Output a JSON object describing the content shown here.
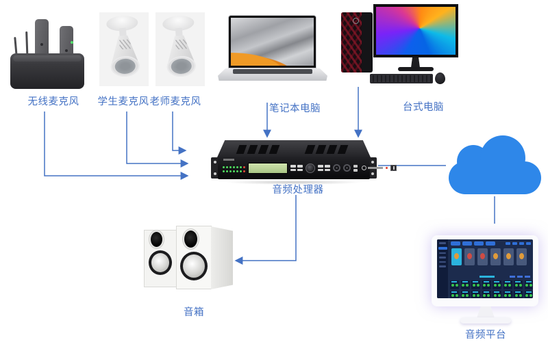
{
  "diagram": {
    "nodes": {
      "wireless_mic": {
        "label": "无线麦克风",
        "icon": "wireless-mic-dock-icon"
      },
      "student_mic": {
        "label": "学生麦克风",
        "icon": "ceiling-mic-icon"
      },
      "teacher_mic": {
        "label": "老师麦克风",
        "icon": "ceiling-mic-icon"
      },
      "laptop": {
        "label": "笔记本电脑",
        "icon": "laptop-icon"
      },
      "desktop": {
        "label": "台式电脑",
        "icon": "desktop-pc-icon"
      },
      "processor": {
        "label": "音频处理器",
        "icon": "rack-audio-processor-icon"
      },
      "speakers": {
        "label": "音箱",
        "icon": "bookshelf-speakers-icon"
      },
      "cloud": {
        "label": "",
        "icon": "cloud-icon"
      },
      "platform": {
        "label": "音频平台",
        "icon": "monitor-dashboard-icon"
      }
    },
    "edges": [
      {
        "from": "wireless_mic",
        "to": "processor",
        "arrow": true
      },
      {
        "from": "student_mic",
        "to": "processor",
        "arrow": true
      },
      {
        "from": "teacher_mic",
        "to": "processor",
        "arrow": true
      },
      {
        "from": "laptop",
        "to": "processor",
        "arrow": true
      },
      {
        "from": "desktop",
        "to": "processor",
        "arrow": true
      },
      {
        "from": "processor",
        "to": "speakers",
        "arrow": true
      },
      {
        "from": "processor",
        "to": "cloud",
        "arrow": false
      },
      {
        "from": "cloud",
        "to": "platform",
        "arrow": false
      }
    ],
    "colors": {
      "label": "#4472C4",
      "line": "#4472C4",
      "cloud": "#2E87E9",
      "background": "#FFFFFF"
    }
  }
}
